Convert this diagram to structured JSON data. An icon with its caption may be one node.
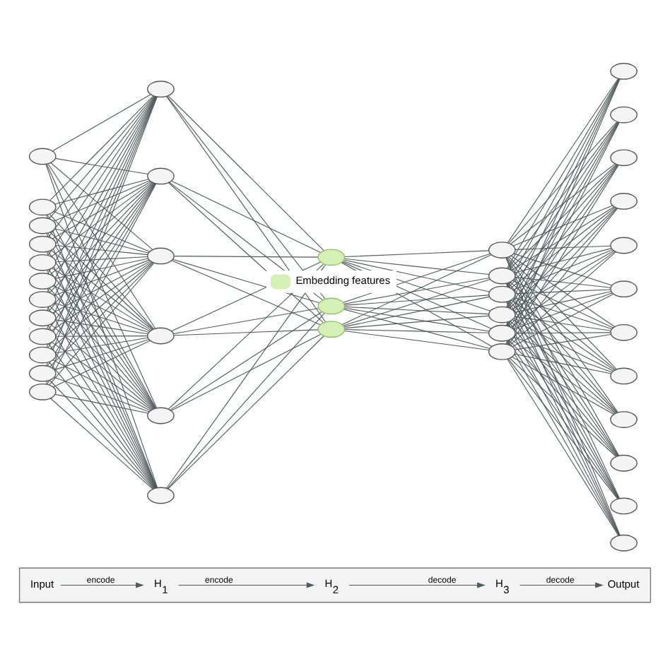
{
  "diagram": {
    "nodes": [
      {
        "text": [],
        "shape": "box"
      },
      {
        "text": [
          "Input"
        ],
        "in": 0
      },
      {
        "text": [
          "H$_{1}$"
        ],
        "in": 0
      },
      {
        "text": [
          "H$_{2}$"
        ],
        "in": 0
      },
      {
        "text": [
          "H$_{3}$"
        ],
        "in": 0
      },
      {
        "text": [
          "Output"
        ],
        "in": 0
      },
      {
        "text": [],
        "shape": "circle"
      },
      {
        "text": [],
        "shape": "circle"
      },
      {
        "text": [],
        "shape": "circle"
      },
      {
        "text": [],
        "shape": "circle"
      },
      {
        "text": [],
        "shape": "circle"
      },
      {
        "text": [],
        "shape": "circle"
      },
      {
        "text": [],
        "shape": "circle"
      },
      {
        "text": [],
        "shape": "circle"
      },
      {
        "text": [],
        "shape": "circle"
      },
      {
        "text": [],
        "shape": "circle"
      },
      {
        "text": [],
        "shape": "circle"
      },
      {
        "text": [],
        "shape": "circle"
      },
      {
        "text": [],
        "shape": "circle"
      },
      {
        "text": [],
        "shape": "circle"
      },
      {
        "text": [],
        "shape": "circle"
      },
      {
        "text": [],
        "shape": "circle"
      },
      {
        "text": [],
        "shape": "circle"
      },
      {
        "text": [],
        "shape": "circle"
      },
      {
        "text": [],
        "shape": "circle"
      },
      {
        "text": [],
        "shape": "circle"
      },
      {
        "text": [],
        "shape": "circle"
      },
      {
        "text": [],
        "shape": "circle"
      },
      {
        "text": [],
        "shape": "circle"
      },
      {
        "text": [],
        "shape": "circle"
      },
      {
        "text": [],
        "shape": "circle"
      },
      {
        "text": [],
        "shape": "circle"
      },
      {
        "text": [],
        "shape": "circle"
      },
      {
        "text": [],
        "shape": "circle"
      },
      {
        "text": [],
        "shape": "circle"
      },
      {
        "text": [],
        "shape": "circle"
      },
      {
        "text": [],
        "shape": "circle"
      },
      {
        "text": [],
        "shape": "circle"
      },
      {
        "text": [],
        "shape": "circle"
      },
      {
        "text": [],
        "shape": "circle"
      },
      {
        "text": [],
        "shape": "circle"
      },
      {
        "text": [],
        "shape": "circle"
      },
      {
        "text": [],
        "shape": "circle"
      },
      {
        "text": [],
        "shape": "circle"
      },
      {
        "text": [],
        "shape": "circle"
      }
    ],
    "edges": [
      {
        "from": 1,
        "to": 2,
        "arrow": "to",
        "label": "encode"
      },
      {
        "from": 2,
        "to": 3,
        "arrow": "to",
        "label": "encode"
      },
      {
        "from": 3,
        "to": 4,
        "arrow": "to",
        "label": "decode"
      },
      {
        "from": 4,
        "to": 5,
        "arrow": "to",
        "label": "decode"
      },
      {
        "from": 6,
        "to": 18,
        "arrow": "none"
      },
      {
        "from": 6,
        "to": 19,
        "arrow": "none"
      },
      {
        "from": 6,
        "to": 20,
        "arrow": "none"
      },
      {
        "from": 6,
        "to": 21,
        "arrow": "none"
      },
      {
        "from": 6,
        "to": 22,
        "arrow": "none"
      },
      {
        "from": 6,
        "to": 23,
        "arrow": "none"
      },
      {
        "from": 7,
        "to": 18,
        "arrow": "none"
      },
      {
        "from": 7,
        "to": 19,
        "arrow": "none"
      },
      {
        "from": 7,
        "to": 20,
        "arrow": "none"
      },
      {
        "from": 7,
        "to": 21,
        "arrow": "none"
      },
      {
        "from": 7,
        "to": 22,
        "arrow": "none"
      },
      {
        "from": 7,
        "to": 23,
        "arrow": "none"
      },
      {
        "from": 8,
        "to": 18,
        "arrow": "none"
      },
      {
        "from": 8,
        "to": 19,
        "arrow": "none"
      },
      {
        "from": 8,
        "to": 20,
        "arrow": "none"
      },
      {
        "from": 8,
        "to": 21,
        "arrow": "none"
      },
      {
        "from": 8,
        "to": 22,
        "arrow": "none"
      },
      {
        "from": 8,
        "to": 23,
        "arrow": "none"
      },
      {
        "from": 9,
        "to": 18,
        "arrow": "none"
      },
      {
        "from": 9,
        "to": 19,
        "arrow": "none"
      },
      {
        "from": 9,
        "to": 20,
        "arrow": "none"
      },
      {
        "from": 9,
        "to": 21,
        "arrow": "none"
      },
      {
        "from": 9,
        "to": 22,
        "arrow": "none"
      },
      {
        "from": 9,
        "to": 23,
        "arrow": "none"
      },
      {
        "from": 10,
        "to": 18,
        "arrow": "none"
      },
      {
        "from": 10,
        "to": 19,
        "arrow": "none"
      },
      {
        "from": 10,
        "to": 20,
        "arrow": "none"
      },
      {
        "from": 10,
        "to": 21,
        "arrow": "none"
      },
      {
        "from": 10,
        "to": 22,
        "arrow": "none"
      },
      {
        "from": 10,
        "to": 23,
        "arrow": "none"
      },
      {
        "from": 11,
        "to": 18,
        "arrow": "none"
      },
      {
        "from": 11,
        "to": 19,
        "arrow": "none"
      },
      {
        "from": 11,
        "to": 20,
        "arrow": "none"
      },
      {
        "from": 11,
        "to": 21,
        "arrow": "none"
      },
      {
        "from": 11,
        "to": 22,
        "arrow": "none"
      },
      {
        "from": 11,
        "to": 23,
        "arrow": "none"
      },
      {
        "from": 12,
        "to": 18,
        "arrow": "none"
      },
      {
        "from": 12,
        "to": 19,
        "arrow": "none"
      },
      {
        "from": 12,
        "to": 20,
        "arrow": "none"
      },
      {
        "from": 12,
        "to": 21,
        "arrow": "none"
      },
      {
        "from": 12,
        "to": 22,
        "arrow": "none"
      },
      {
        "from": 12,
        "to": 23,
        "arrow": "none"
      },
      {
        "from": 13,
        "to": 18,
        "arrow": "none"
      },
      {
        "from": 13,
        "to": 19,
        "arrow": "none"
      },
      {
        "from": 13,
        "to": 20,
        "arrow": "none"
      },
      {
        "from": 13,
        "to": 21,
        "arrow": "none"
      },
      {
        "from": 13,
        "to": 22,
        "arrow": "none"
      },
      {
        "from": 13,
        "to": 23,
        "arrow": "none"
      },
      {
        "from": 14,
        "to": 18,
        "arrow": "none"
      },
      {
        "from": 14,
        "to": 19,
        "arrow": "none"
      },
      {
        "from": 14,
        "to": 20,
        "arrow": "none"
      },
      {
        "from": 14,
        "to": 21,
        "arrow": "none"
      },
      {
        "from": 14,
        "to": 22,
        "arrow": "none"
      },
      {
        "from": 14,
        "to": 23,
        "arrow": "none"
      },
      {
        "from": 15,
        "to": 18,
        "arrow": "none"
      },
      {
        "from": 15,
        "to": 19,
        "arrow": "none"
      },
      {
        "from": 15,
        "to": 20,
        "arrow": "none"
      },
      {
        "from": 15,
        "to": 21,
        "arrow": "none"
      },
      {
        "from": 15,
        "to": 22,
        "arrow": "none"
      },
      {
        "from": 15,
        "to": 23,
        "arrow": "none"
      },
      {
        "from": 16,
        "to": 18,
        "arrow": "none"
      },
      {
        "from": 16,
        "to": 19,
        "arrow": "none"
      },
      {
        "from": 16,
        "to": 20,
        "arrow": "none"
      },
      {
        "from": 16,
        "to": 21,
        "arrow": "none"
      },
      {
        "from": 16,
        "to": 22,
        "arrow": "none"
      },
      {
        "from": 16,
        "to": 23,
        "arrow": "none"
      },
      {
        "from": 17,
        "to": 18,
        "arrow": "none"
      },
      {
        "from": 17,
        "to": 19,
        "arrow": "none"
      },
      {
        "from": 17,
        "to": 20,
        "arrow": "none"
      },
      {
        "from": 17,
        "to": 21,
        "arrow": "none"
      },
      {
        "from": 17,
        "to": 22,
        "arrow": "none"
      },
      {
        "from": 17,
        "to": 23,
        "arrow": "none"
      },
      {
        "from": 18,
        "to": 24,
        "arrow": "none"
      },
      {
        "from": 18,
        "to": 25,
        "arrow": "none"
      },
      {
        "from": 18,
        "to": 26,
        "arrow": "none"
      },
      {
        "from": 19,
        "to": 24,
        "arrow": "none"
      },
      {
        "from": 19,
        "to": 25,
        "arrow": "none"
      },
      {
        "from": 19,
        "to": 26,
        "arrow": "none"
      },
      {
        "from": 20,
        "to": 24,
        "arrow": "none"
      },
      {
        "from": 20,
        "to": 25,
        "arrow": "none"
      },
      {
        "from": 20,
        "to": 26,
        "arrow": "none"
      },
      {
        "from": 21,
        "to": 24,
        "arrow": "none"
      },
      {
        "from": 21,
        "to": 25,
        "arrow": "none"
      },
      {
        "from": 21,
        "to": 26,
        "arrow": "none"
      },
      {
        "from": 22,
        "to": 24,
        "arrow": "none"
      },
      {
        "from": 22,
        "to": 25,
        "arrow": "none"
      },
      {
        "from": 22,
        "to": 26,
        "arrow": "none"
      },
      {
        "from": 23,
        "to": 24,
        "arrow": "none"
      },
      {
        "from": 23,
        "to": 25,
        "arrow": "none"
      },
      {
        "from": 23,
        "to": 26,
        "arrow": "none"
      },
      {
        "from": 24,
        "to": 27,
        "arrow": "none"
      },
      {
        "from": 24,
        "to": 28,
        "arrow": "none"
      },
      {
        "from": 24,
        "to": 29,
        "arrow": "none"
      },
      {
        "from": 24,
        "to": 30,
        "arrow": "none"
      },
      {
        "from": 24,
        "to": 31,
        "arrow": "none"
      },
      {
        "from": 24,
        "to": 32,
        "arrow": "none"
      },
      {
        "from": 25,
        "to": 27,
        "arrow": "none"
      },
      {
        "from": 25,
        "to": 28,
        "arrow": "none"
      },
      {
        "from": 25,
        "to": 29,
        "arrow": "none"
      },
      {
        "from": 25,
        "to": 30,
        "arrow": "none"
      },
      {
        "from": 25,
        "to": 31,
        "arrow": "none"
      },
      {
        "from": 25,
        "to": 32,
        "arrow": "none"
      },
      {
        "from": 26,
        "to": 27,
        "arrow": "none"
      },
      {
        "from": 26,
        "to": 28,
        "arrow": "none"
      },
      {
        "from": 26,
        "to": 29,
        "arrow": "none"
      },
      {
        "from": 26,
        "to": 30,
        "arrow": "none"
      },
      {
        "from": 26,
        "to": 31,
        "arrow": "none"
      },
      {
        "from": 26,
        "to": 32,
        "arrow": "none"
      },
      {
        "from": 27,
        "to": 33,
        "arrow": "none"
      },
      {
        "from": 27,
        "to": 34,
        "arrow": "none"
      },
      {
        "from": 27,
        "to": 35,
        "arrow": "none"
      },
      {
        "from": 27,
        "to": 36,
        "arrow": "none"
      },
      {
        "from": 27,
        "to": 37,
        "arrow": "none"
      },
      {
        "from": 27,
        "to": 38,
        "arrow": "none"
      },
      {
        "from": 27,
        "to": 39,
        "arrow": "none"
      },
      {
        "from": 27,
        "to": 40,
        "arrow": "none"
      },
      {
        "from": 27,
        "to": 41,
        "arrow": "none"
      },
      {
        "from": 27,
        "to": 42,
        "arrow": "none"
      },
      {
        "from": 27,
        "to": 43,
        "arrow": "none"
      },
      {
        "from": 27,
        "to": 44,
        "arrow": "none"
      },
      {
        "from": 28,
        "to": 33,
        "arrow": "none"
      },
      {
        "from": 28,
        "to": 34,
        "arrow": "none"
      },
      {
        "from": 28,
        "to": 35,
        "arrow": "none"
      },
      {
        "from": 28,
        "to": 36,
        "arrow": "none"
      },
      {
        "from": 28,
        "to": 37,
        "arrow": "none"
      },
      {
        "from": 28,
        "to": 38,
        "arrow": "none"
      },
      {
        "from": 28,
        "to": 39,
        "arrow": "none"
      },
      {
        "from": 28,
        "to": 40,
        "arrow": "none"
      },
      {
        "from": 28,
        "to": 41,
        "arrow": "none"
      },
      {
        "from": 28,
        "to": 42,
        "arrow": "none"
      },
      {
        "from": 28,
        "to": 43,
        "arrow": "none"
      },
      {
        "from": 28,
        "to": 44,
        "arrow": "none"
      },
      {
        "from": 29,
        "to": 33,
        "arrow": "none"
      },
      {
        "from": 29,
        "to": 34,
        "arrow": "none"
      },
      {
        "from": 29,
        "to": 35,
        "arrow": "none"
      },
      {
        "from": 29,
        "to": 36,
        "arrow": "none"
      },
      {
        "from": 29,
        "to": 37,
        "arrow": "none"
      },
      {
        "from": 29,
        "to": 38,
        "arrow": "none"
      },
      {
        "from": 29,
        "to": 39,
        "arrow": "none"
      },
      {
        "from": 29,
        "to": 40,
        "arrow": "none"
      },
      {
        "from": 29,
        "to": 41,
        "arrow": "none"
      },
      {
        "from": 29,
        "to": 42,
        "arrow": "none"
      },
      {
        "from": 29,
        "to": 43,
        "arrow": "none"
      },
      {
        "from": 29,
        "to": 44,
        "arrow": "none"
      },
      {
        "from": 30,
        "to": 33,
        "arrow": "none"
      },
      {
        "from": 30,
        "to": 34,
        "arrow": "none"
      },
      {
        "from": 30,
        "to": 35,
        "arrow": "none"
      },
      {
        "from": 30,
        "to": 36,
        "arrow": "none"
      },
      {
        "from": 30,
        "to": 37,
        "arrow": "none"
      },
      {
        "from": 30,
        "to": 38,
        "arrow": "none"
      },
      {
        "from": 30,
        "to": 39,
        "arrow": "none"
      },
      {
        "from": 30,
        "to": 40,
        "arrow": "none"
      },
      {
        "from": 30,
        "to": 41,
        "arrow": "none"
      },
      {
        "from": 30,
        "to": 42,
        "arrow": "none"
      },
      {
        "from": 30,
        "to": 43,
        "arrow": "none"
      },
      {
        "from": 30,
        "to": 44,
        "arrow": "none"
      },
      {
        "from": 31,
        "to": 33,
        "arrow": "none"
      },
      {
        "from": 31,
        "to": 34,
        "arrow": "none"
      },
      {
        "from": 31,
        "to": 35,
        "arrow": "none"
      },
      {
        "from": 31,
        "to": 36,
        "arrow": "none"
      },
      {
        "from": 31,
        "to": 37,
        "arrow": "none"
      },
      {
        "from": 31,
        "to": 38,
        "arrow": "none"
      },
      {
        "from": 31,
        "to": 39,
        "arrow": "none"
      },
      {
        "from": 31,
        "to": 40,
        "arrow": "none"
      },
      {
        "from": 31,
        "to": 41,
        "arrow": "none"
      },
      {
        "from": 31,
        "to": 42,
        "arrow": "none"
      },
      {
        "from": 31,
        "to": 43,
        "arrow": "none"
      },
      {
        "from": 31,
        "to": 44,
        "arrow": "none"
      },
      {
        "from": 32,
        "to": 33,
        "arrow": "none"
      },
      {
        "from": 32,
        "to": 34,
        "arrow": "none"
      },
      {
        "from": 32,
        "to": 35,
        "arrow": "none"
      },
      {
        "from": 32,
        "to": 36,
        "arrow": "none"
      },
      {
        "from": 32,
        "to": 37,
        "arrow": "none"
      },
      {
        "from": 32,
        "to": 38,
        "arrow": "none"
      },
      {
        "from": 32,
        "to": 39,
        "arrow": "none"
      },
      {
        "from": 32,
        "to": 40,
        "arrow": "none"
      },
      {
        "from": 32,
        "to": 41,
        "arrow": "none"
      },
      {
        "from": 32,
        "to": 42,
        "arrow": "none"
      },
      {
        "from": 32,
        "to": 43,
        "arrow": "none"
      },
      {
        "from": 32,
        "to": 44,
        "arrow": "none"
      }
    ],
    "legend": [
      {
        "text": "Embedding features",
        "color": "#d4f0b4"
      }
    ]
  }
}
